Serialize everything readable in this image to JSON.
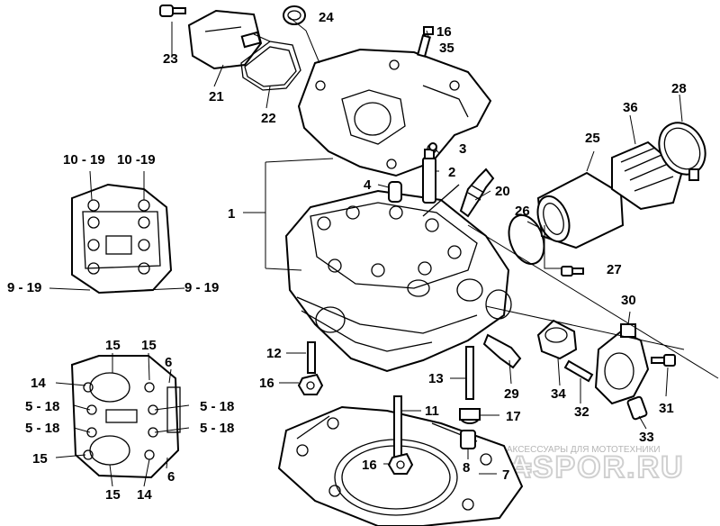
{
  "diagram": {
    "labels": {
      "p1": "1",
      "p2": "2",
      "p3": "3",
      "p4": "4",
      "p6a": "6",
      "p6b": "6",
      "p7": "7",
      "p8": "8",
      "p11": "11",
      "p12": "12",
      "p13": "13",
      "p14a": "14",
      "p14b": "14",
      "p15a": "15",
      "p15b": "15",
      "p15c": "15",
      "p15d": "15",
      "p16a": "16",
      "p16b": "16",
      "p16c": "16",
      "p17": "17",
      "p20": "20",
      "p21": "21",
      "p22": "22",
      "p23": "23",
      "p24": "24",
      "p25": "25",
      "p26": "26",
      "p27": "27",
      "p28": "28",
      "p29": "29",
      "p30": "30",
      "p31": "31",
      "p32": "32",
      "p33": "33",
      "p34": "34",
      "p35": "35",
      "p36": "36",
      "r10_19a": "10 - 19",
      "r10_19b": "10 -19",
      "r9_19a": "9 - 19",
      "r9_19b": "9 - 19",
      "r5_18a": "5 - 18",
      "r5_18b": "5 - 18",
      "r5_18c": "5 - 18",
      "r5_18d": "5 - 18"
    },
    "watermark": {
      "caption": "ЗАПЧАСТИ И АКСЕССУАРЫ ДЛЯ МОТОТЕХНИКИ",
      "logo": "VAR₳SPOR.RU"
    }
  }
}
